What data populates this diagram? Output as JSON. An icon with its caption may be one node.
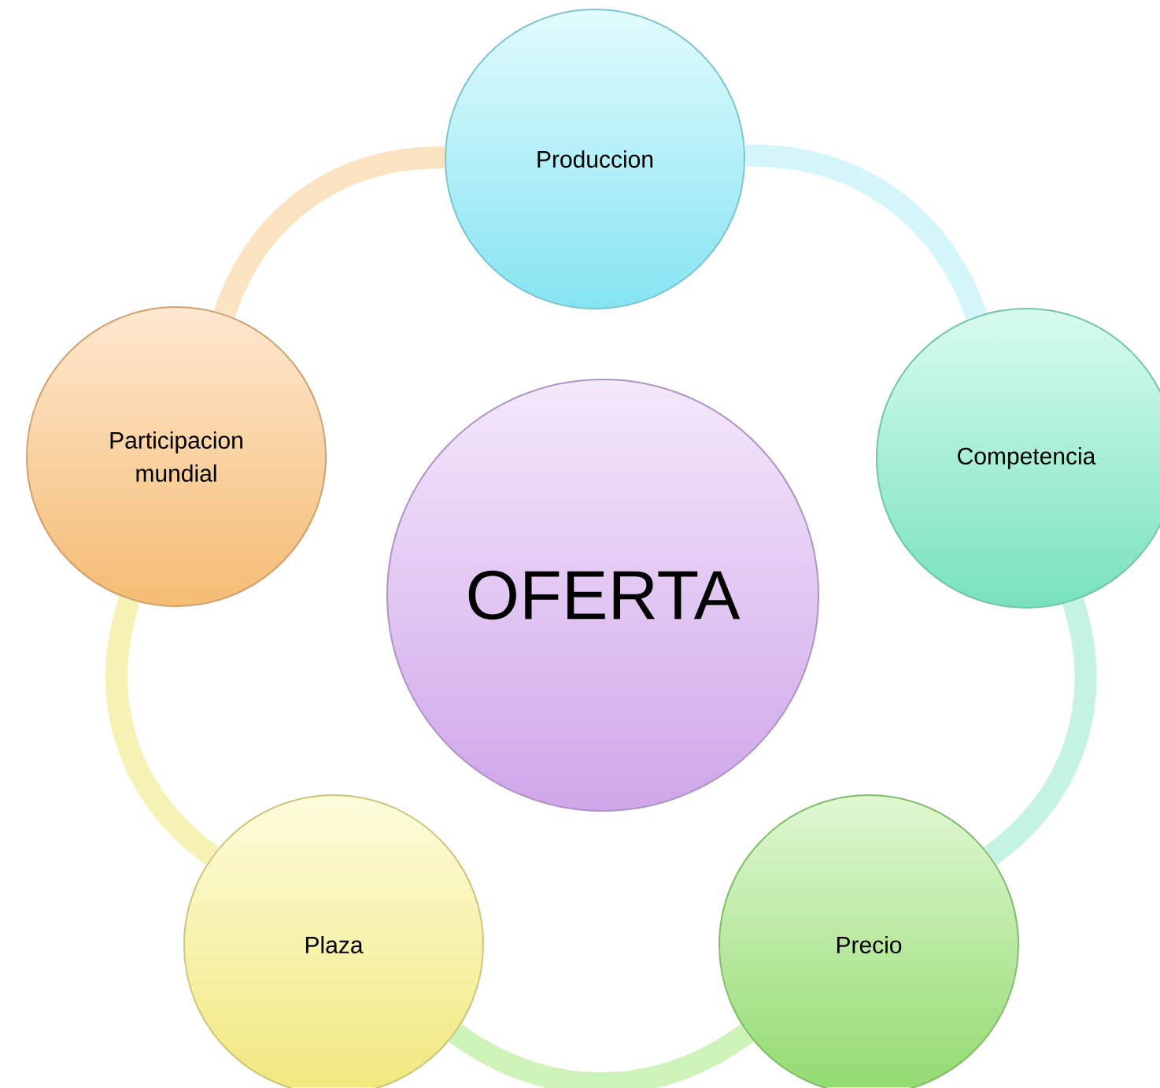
{
  "diagram": {
    "nodes": [
      {
        "text": [
          "Produccion"
        ]
      },
      {
        "text": [
          "Competencia"
        ]
      },
      {
        "text": [
          "Precio"
        ]
      },
      {
        "text": [
          "Plaza"
        ]
      },
      {
        "text": [
          "Participacion mundial"
        ]
      },
      {
        "text": [
          "OFERTA"
        ]
      }
    ],
    "edges": [
      {
        "from": 0,
        "to": 1,
        "arrow": "none",
        "color": "#d4f6fa"
      },
      {
        "from": 1,
        "to": 2,
        "arrow": "none",
        "color": "#c4f3e2"
      },
      {
        "from": 2,
        "to": 3,
        "arrow": "none",
        "color": "#cdf3b8"
      },
      {
        "from": 3,
        "to": 4,
        "arrow": "none",
        "color": "#f6f1b4"
      },
      {
        "from": 4,
        "to": 0,
        "arrow": "none",
        "color": "#fbe2c0"
      }
    ]
  }
}
